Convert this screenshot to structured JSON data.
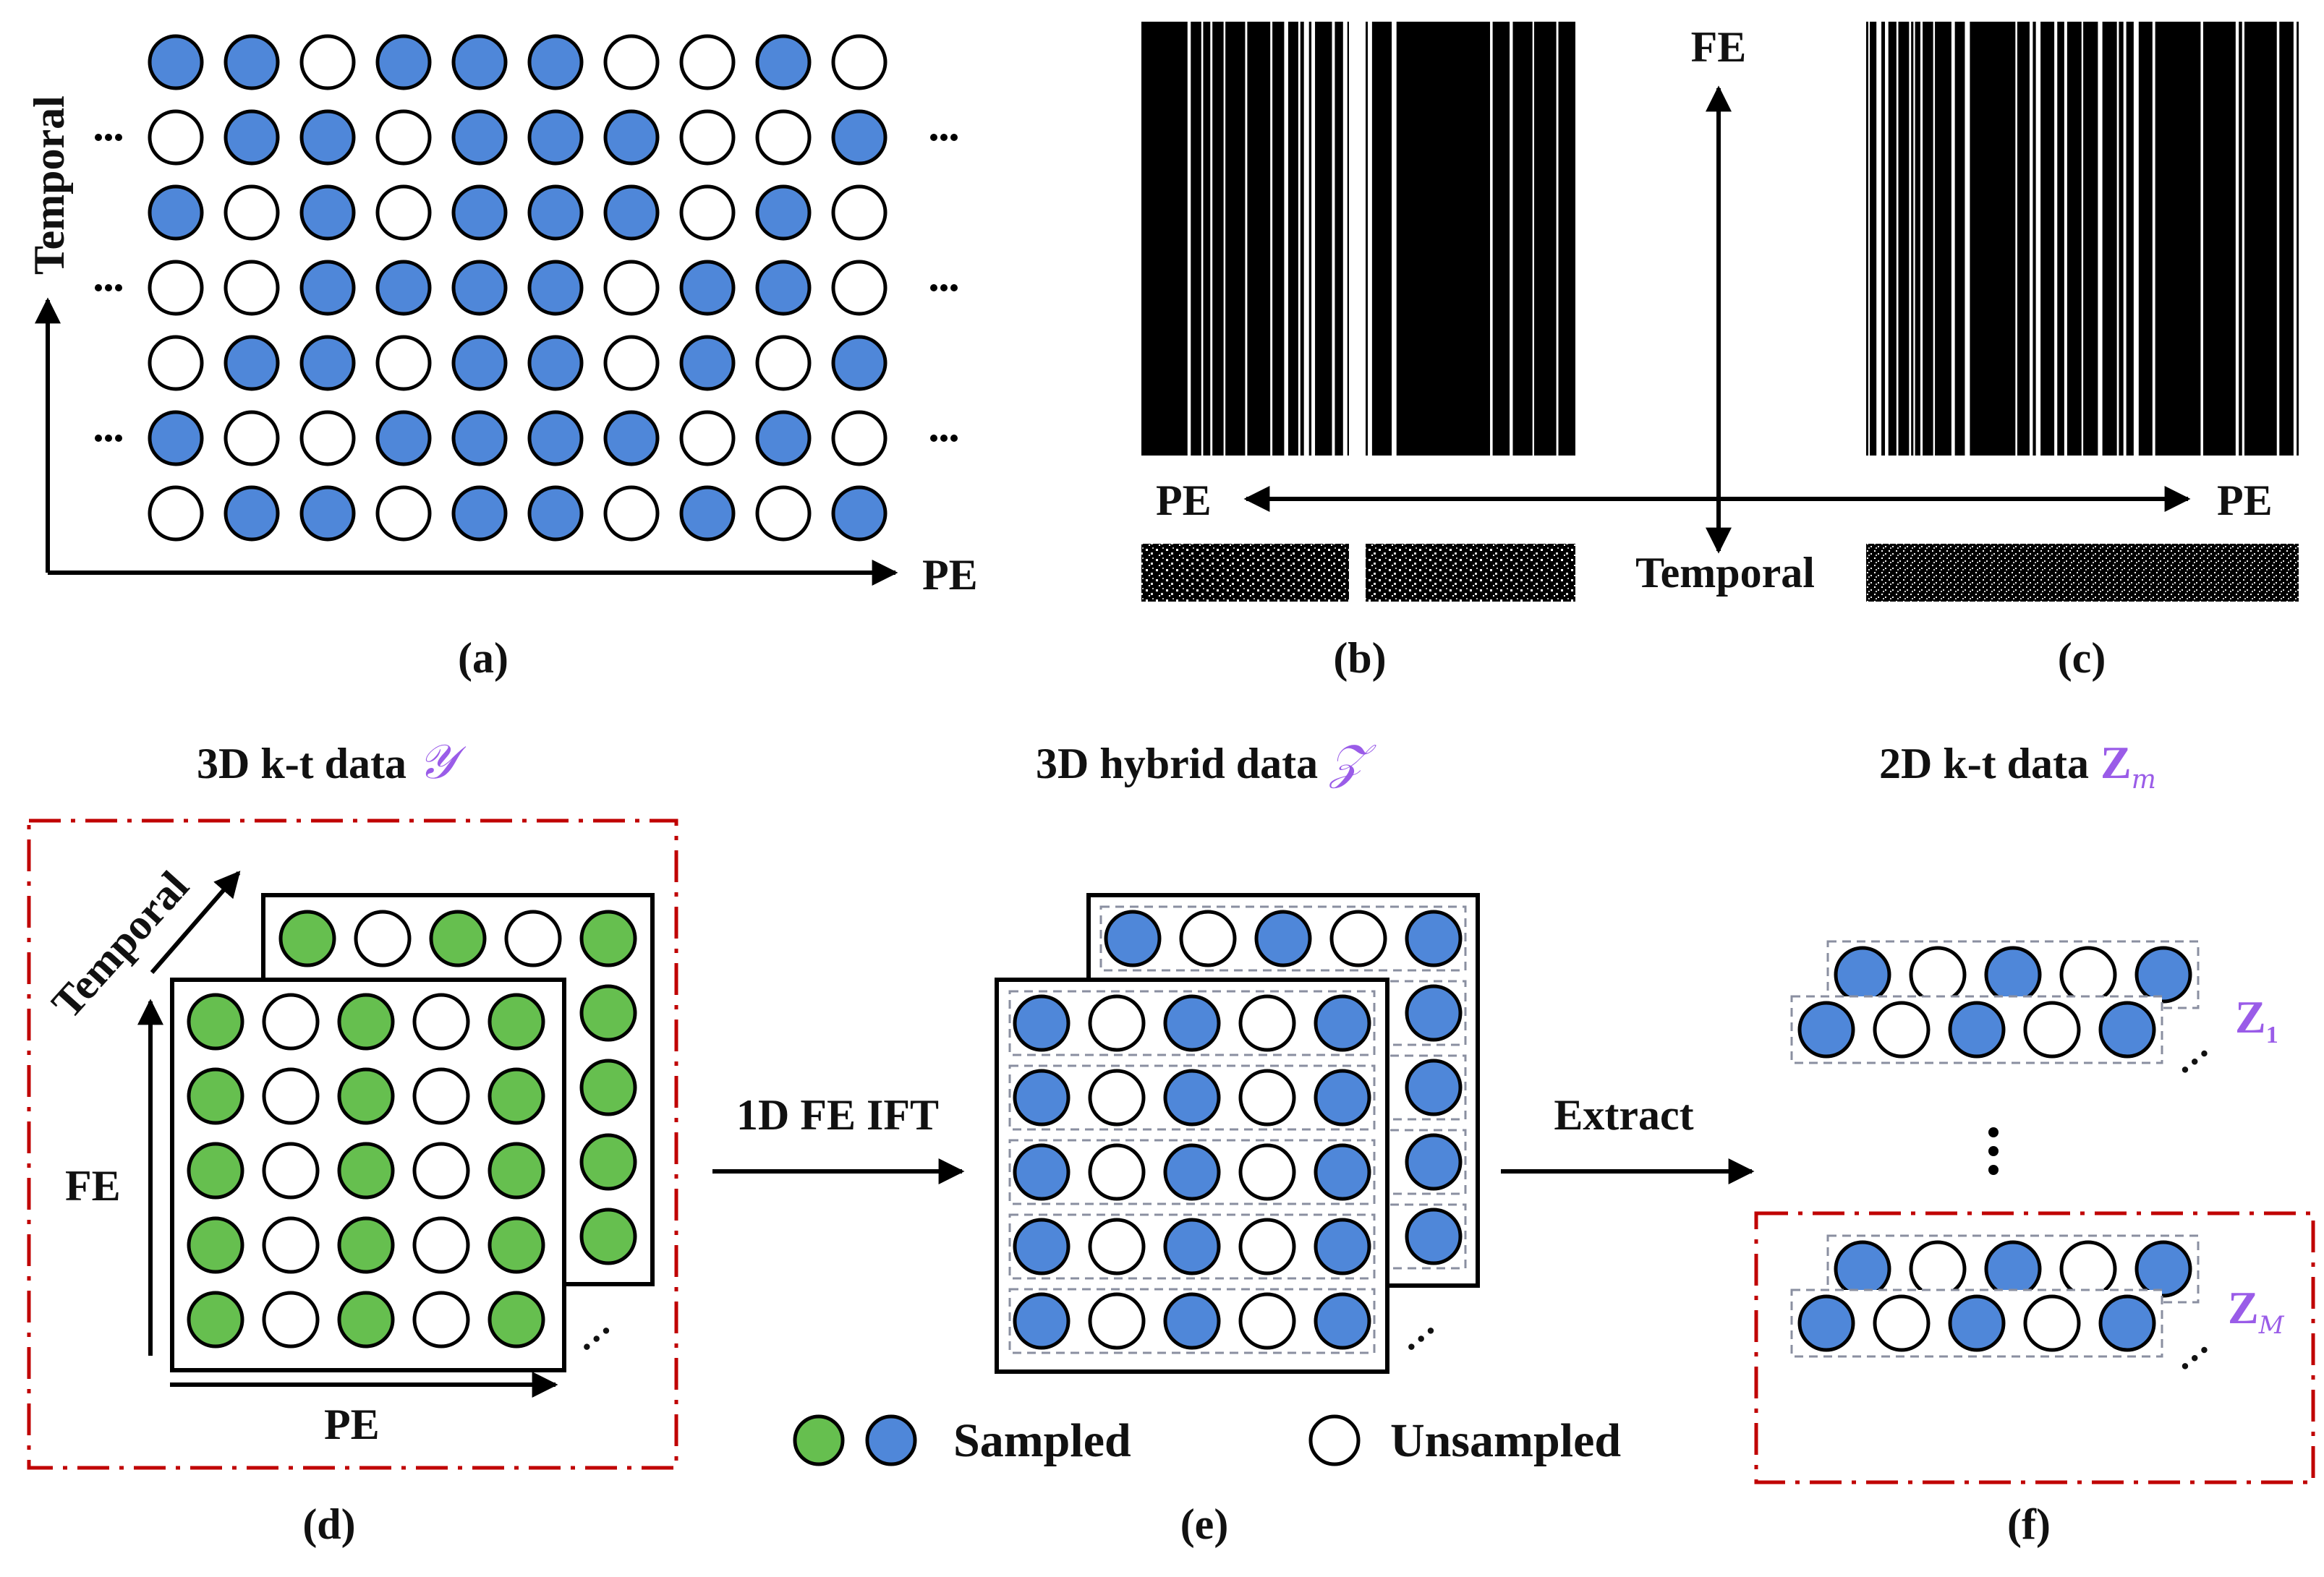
{
  "colors": {
    "blue": "#4f87d9",
    "green": "#66bf4f",
    "empty": "#ffffff",
    "stroke": "#000000",
    "dashdot": "#c00000",
    "math": "#9a5ce8"
  },
  "panel_a": {
    "y_label": "Temporal",
    "x_label": "PE",
    "caption": "(a)",
    "ellipsis": "···",
    "rows": [
      [
        1,
        1,
        0,
        1,
        1,
        1,
        0,
        0,
        1,
        0
      ],
      [
        0,
        1,
        1,
        0,
        1,
        1,
        1,
        0,
        0,
        1
      ],
      [
        1,
        0,
        1,
        0,
        1,
        1,
        1,
        0,
        1,
        0
      ],
      [
        0,
        0,
        1,
        1,
        1,
        1,
        0,
        1,
        1,
        0
      ],
      [
        0,
        1,
        1,
        0,
        1,
        1,
        0,
        1,
        0,
        1
      ],
      [
        1,
        0,
        0,
        1,
        1,
        1,
        1,
        0,
        1,
        0
      ],
      [
        0,
        1,
        1,
        0,
        1,
        1,
        0,
        1,
        0,
        1
      ]
    ]
  },
  "panel_b": {
    "caption": "(b)",
    "fe_label": "FE",
    "pe_left_label": "PE",
    "temporal_label": "Temporal"
  },
  "panel_c": {
    "caption": "(c)",
    "pe_right_label": "PE"
  },
  "panel_d": {
    "title": "3D k-t data",
    "title_symbol": "𝒴",
    "temporal_label": "Temporal",
    "fe_label": "FE",
    "pe_label": "PE",
    "caption": "(d)",
    "pattern": [
      1,
      0,
      1,
      0,
      1
    ]
  },
  "panel_e": {
    "title": "3D hybrid data",
    "title_symbol": "𝒵",
    "caption": "(e)",
    "pattern": [
      1,
      0,
      1,
      0,
      1
    ]
  },
  "panel_f": {
    "title": "2D k-t data",
    "title_symbol": "Z",
    "title_subscript": "m",
    "z1_symbol": "Z",
    "z1_subscript": "1",
    "zm_symbol": "Z",
    "zm_subscript": "M",
    "caption": "(f)",
    "pattern": [
      1,
      0,
      1,
      0,
      1
    ]
  },
  "arrows": {
    "ift_label": "1D FE IFT",
    "extract_label": "Extract"
  },
  "legend": {
    "sampled_label": "Sampled",
    "unsampled_label": "Unsampled"
  }
}
